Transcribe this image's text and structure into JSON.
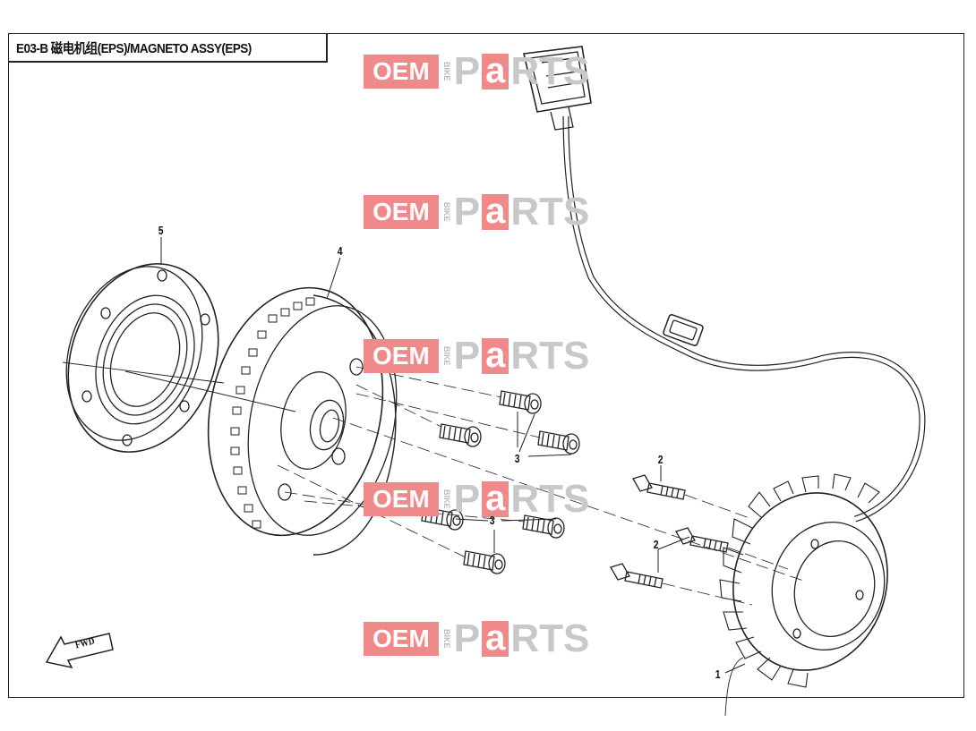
{
  "title": "E03-B  磁电机组(EPS)/MAGNETO ASSY(EPS)",
  "watermark": {
    "oem": "OEM",
    "bike": "BIKE",
    "p": "P",
    "a": "a",
    "rts": "RTS"
  },
  "callouts": {
    "part1": "1",
    "part2a": "2",
    "part2b": "2",
    "part3a": "3",
    "part3b": "3",
    "part4": "4",
    "part5": "5"
  },
  "fwd": "FWD",
  "colors": {
    "line": "#222222",
    "watermark_red": "#f08a8a",
    "watermark_grey": "#c8c8c8"
  }
}
